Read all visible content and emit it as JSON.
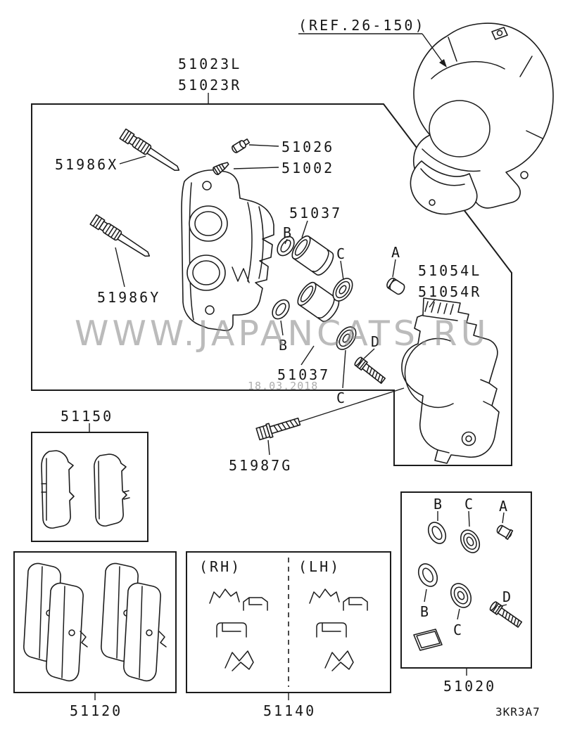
{
  "ref_note": "(REF.26-150)",
  "watermark": {
    "site": "WWW.JAPANCATS.RU",
    "date": "18.03.2018"
  },
  "drawing_code": "3KR3A7",
  "parts": {
    "caliper_l": "51023L",
    "caliper_r": "51023R",
    "pin_upper": "51986X",
    "pin_lower": "51986Y",
    "cap": "51026",
    "bleeder": "51002",
    "piston": "51037",
    "support_l": "51054L",
    "support_r": "51054R",
    "bolt": "51987G",
    "shims": "51150",
    "pads": "51120",
    "clips": "51140",
    "seal_kit": "51020"
  },
  "callouts": {
    "a": "A",
    "b": "B",
    "c": "C",
    "d": "D"
  },
  "sides": {
    "rh": "(RH)",
    "lh": "(LH)"
  }
}
